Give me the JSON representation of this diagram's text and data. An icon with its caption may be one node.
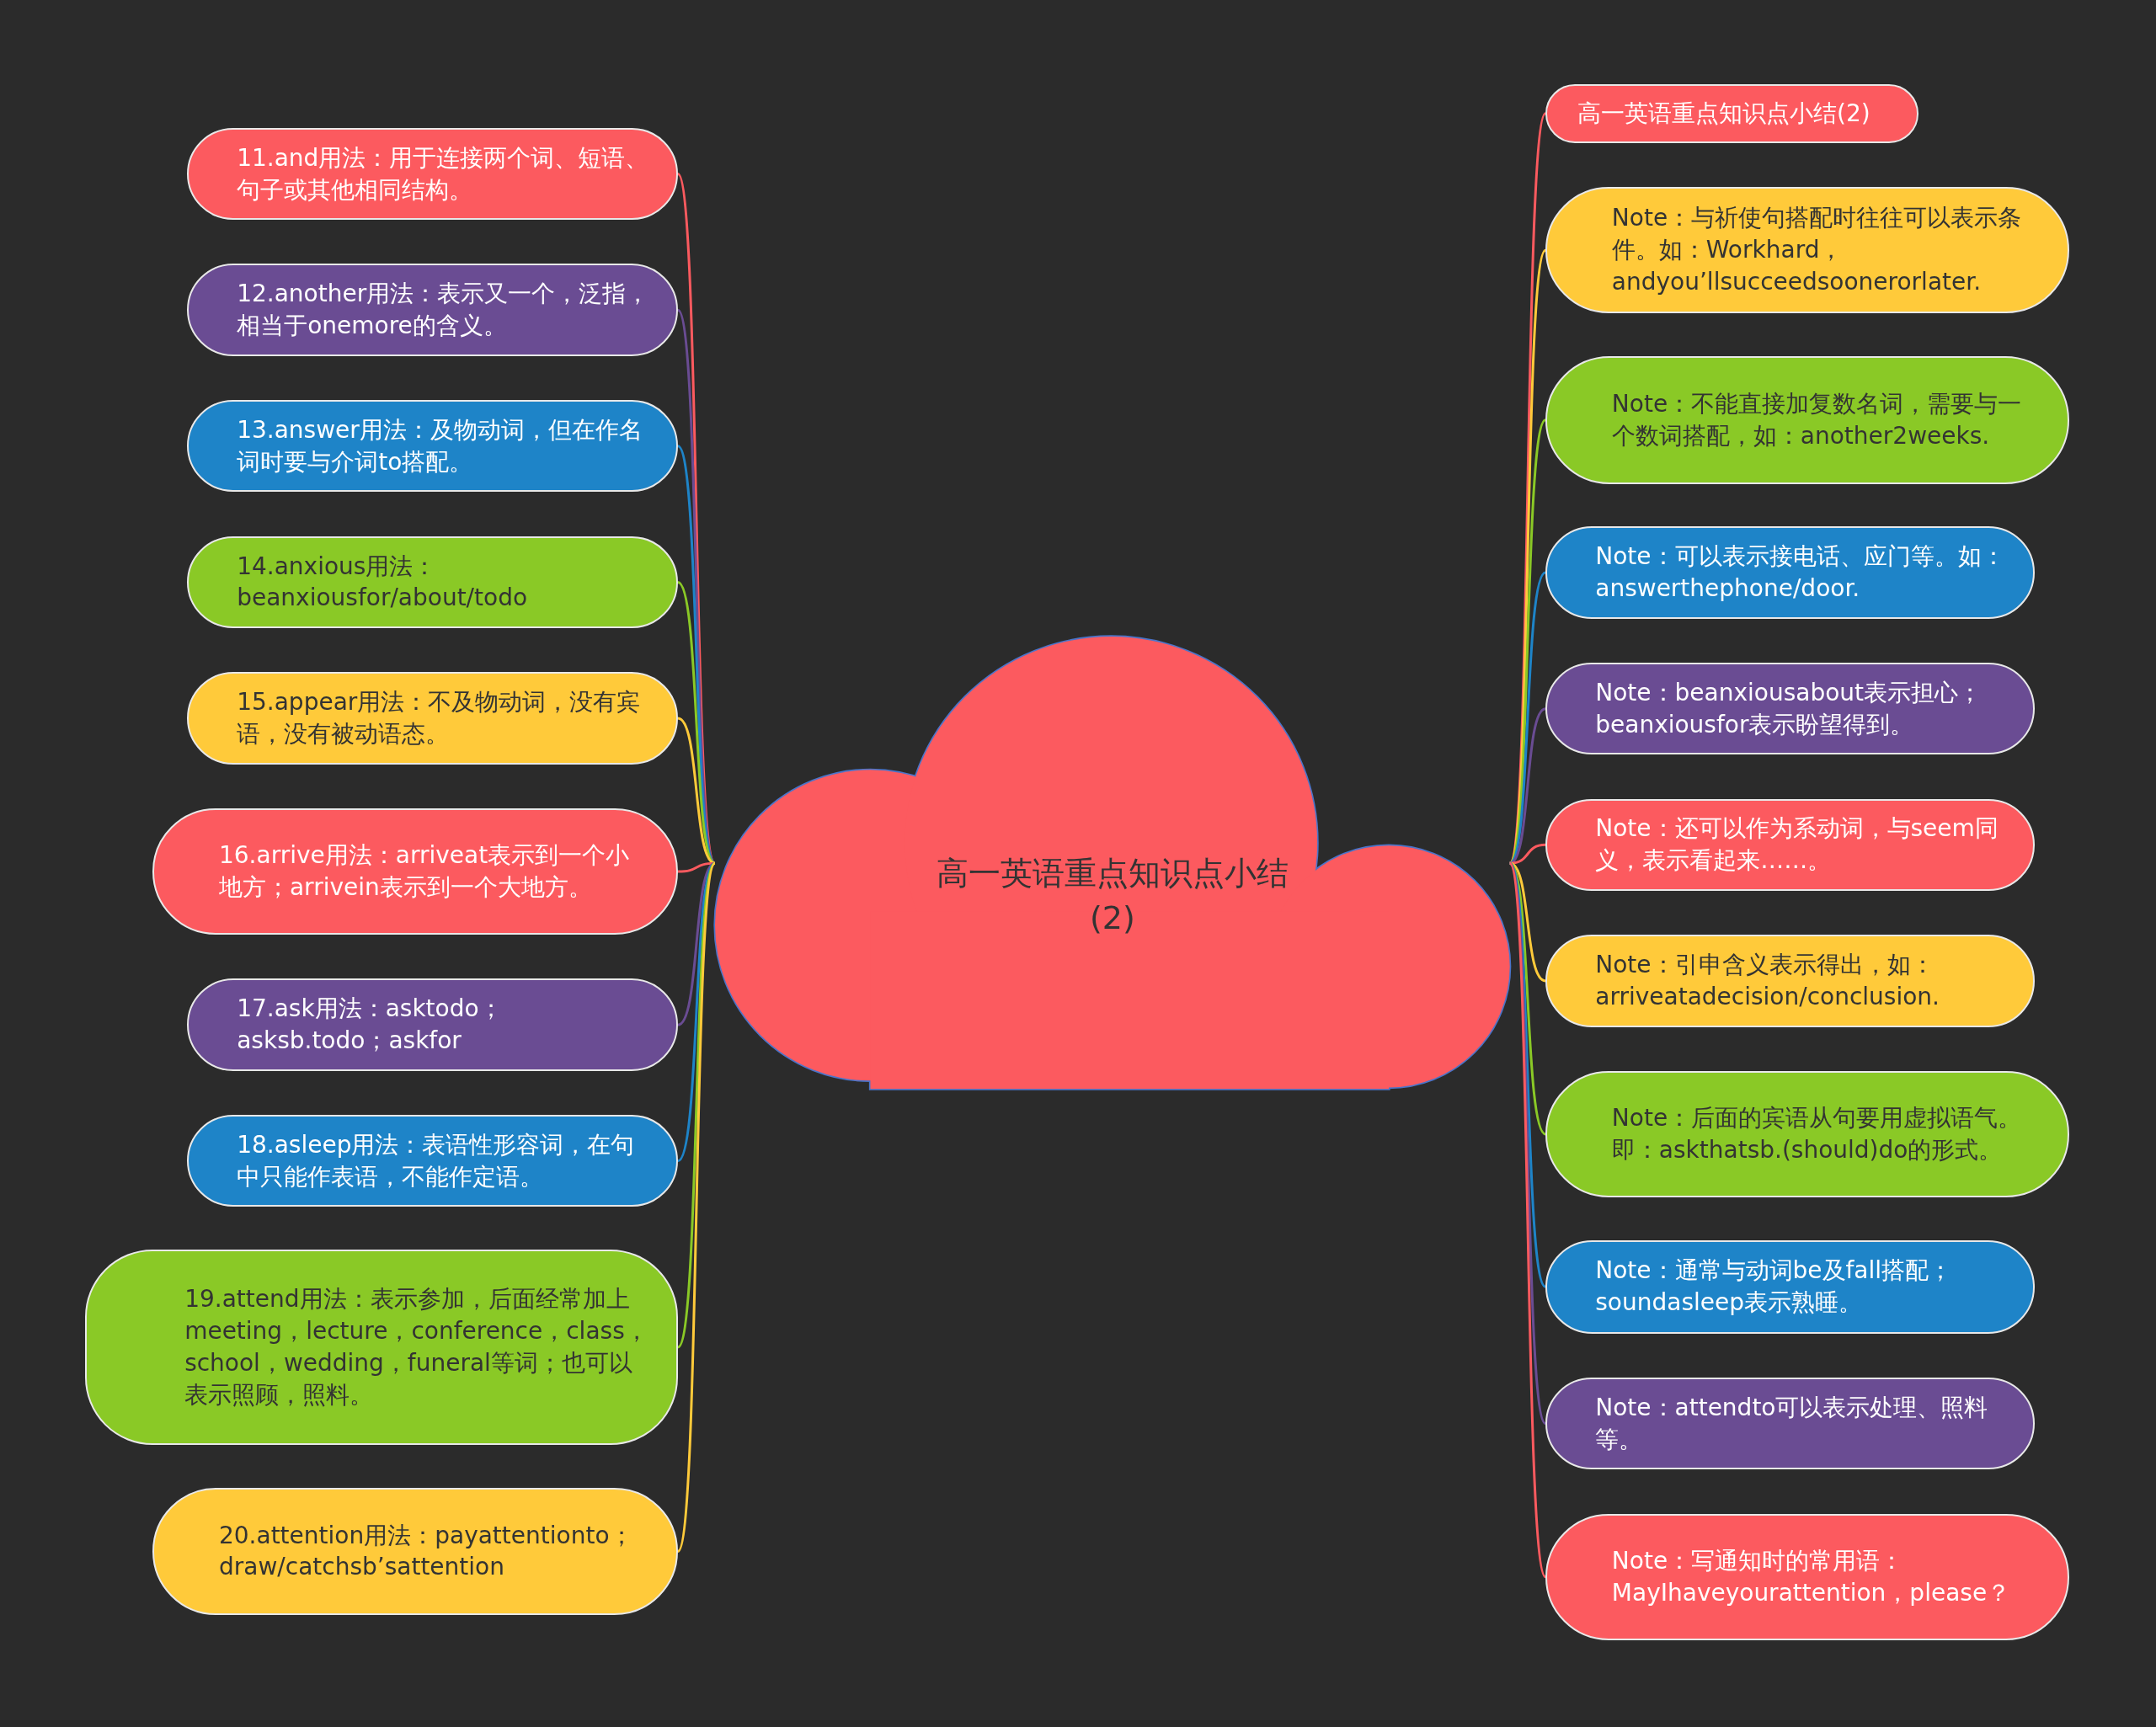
{
  "diagram": {
    "nodes": [
      {
        "text": [
          "高一英语重点知识点小结(2)"
        ]
      },
      {
        "text": [
          "11.and用法：用于连接两个词、短语、句子或其他相同结构。"
        ]
      },
      {
        "text": [
          "12.another用法：表示又一个，泛指，相当于onemore的含义。"
        ]
      },
      {
        "text": [
          "13.answer用法：及物动词，但在作名词时要与介词to搭配。"
        ]
      },
      {
        "text": [
          "14.anxious用法：beanxiousfor/about/todo"
        ]
      },
      {
        "text": [
          "15.appear用法：不及物动词，没有宾语，没有被动语态。"
        ]
      },
      {
        "text": [
          "16.arrive用法：arriveat表示到一个小地方；arrivein表示到一个大地方。"
        ]
      },
      {
        "text": [
          "17.ask用法：asktodo；asksb.todo；askfor"
        ]
      },
      {
        "text": [
          "18.asleep用法：表语性形容词，在句中只能作表语，不能作定语。"
        ]
      },
      {
        "text": [
          "19.attend用法：表示参加，后面经常加上meeting，lecture，conference，class，school，wedding，funeral等词；也可以表示照顾，照料。"
        ]
      },
      {
        "text": [
          "20.attention用法：payattentionto；draw/catchsb’sattention"
        ]
      },
      {
        "text": [
          "高一英语重点知识点小结(2)"
        ]
      },
      {
        "text": [
          "Note：与祈使句搭配时往往可以表示条件。如：Workhard，andyou’llsucceedsoonerorlater."
        ]
      },
      {
        "text": [
          "Note：不能直接加复数名词，需要与一个数词搭配，如：another2weeks."
        ]
      },
      {
        "text": [
          "Note：可以表示接电话、应门等。如：answerthephone/door."
        ]
      },
      {
        "text": [
          "Note：beanxiousabout表示担心；beanxiousfor表示盼望得到。"
        ]
      },
      {
        "text": [
          "Note：还可以作为系动词，与seem同义，表示看起来……。"
        ]
      },
      {
        "text": [
          "Note：引申含义表示得出，如：arriveatadecision/conclusion."
        ]
      },
      {
        "text": [
          "Note：后面的宾语从句要用虚拟语气。即：askthatsb.(should)do的形式。"
        ]
      },
      {
        "text": [
          "Note：通常与动词be及fall搭配；soundasleep表示熟睡。"
        ]
      },
      {
        "text": [
          "Note：attendto可以表示处理、照料等。"
        ]
      },
      {
        "text": [
          "Note：写通知时的常用语：MayIhaveyourattention，please？"
        ]
      }
    ],
    "edges": [
      {
        "from": 0,
        "to": 1,
        "arrow": "none",
        "color": "#fc5a5f"
      },
      {
        "from": 0,
        "to": 2,
        "arrow": "none",
        "color": "#6a4c93"
      },
      {
        "from": 0,
        "to": 3,
        "arrow": "none",
        "color": "#1e84c8"
      },
      {
        "from": 0,
        "to": 4,
        "arrow": "none",
        "color": "#8ac926"
      },
      {
        "from": 0,
        "to": 5,
        "arrow": "none",
        "color": "#ffca3a"
      },
      {
        "from": 0,
        "to": 6,
        "arrow": "none",
        "color": "#fc5a5f"
      },
      {
        "from": 0,
        "to": 7,
        "arrow": "none",
        "color": "#6a4c93"
      },
      {
        "from": 0,
        "to": 8,
        "arrow": "none",
        "color": "#1e84c8"
      },
      {
        "from": 0,
        "to": 9,
        "arrow": "none",
        "color": "#8ac926"
      },
      {
        "from": 0,
        "to": 10,
        "arrow": "none",
        "color": "#ffca3a"
      },
      {
        "from": 0,
        "to": 11,
        "arrow": "none",
        "color": "#fc5a5f"
      },
      {
        "from": 0,
        "to": 12,
        "arrow": "none",
        "color": "#ffca3a"
      },
      {
        "from": 0,
        "to": 13,
        "arrow": "none",
        "color": "#8ac926"
      },
      {
        "from": 0,
        "to": 14,
        "arrow": "none",
        "color": "#1e84c8"
      },
      {
        "from": 0,
        "to": 15,
        "arrow": "none",
        "color": "#6a4c93"
      },
      {
        "from": 0,
        "to": 16,
        "arrow": "none",
        "color": "#fc5a5f"
      },
      {
        "from": 0,
        "to": 17,
        "arrow": "none",
        "color": "#ffca3a"
      },
      {
        "from": 0,
        "to": 18,
        "arrow": "none",
        "color": "#8ac926"
      },
      {
        "from": 0,
        "to": 19,
        "arrow": "none",
        "color": "#1e84c8"
      },
      {
        "from": 0,
        "to": 20,
        "arrow": "none",
        "color": "#6a4c93"
      },
      {
        "from": 0,
        "to": 21,
        "arrow": "none",
        "color": "#fc5a5f"
      }
    ]
  }
}
